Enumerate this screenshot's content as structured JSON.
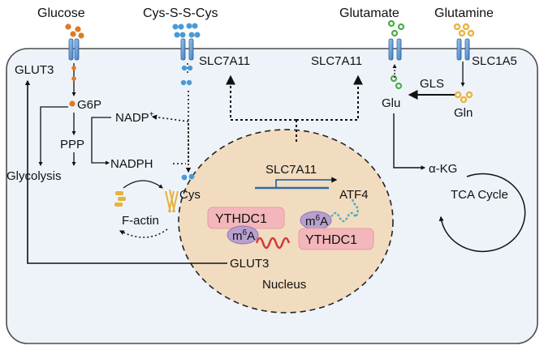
{
  "colors": {
    "cell_fill": "#eef3fa",
    "cell_stroke": "#4d4d4d",
    "nucleus_fill": "#f2dcc0",
    "transporter_blue": "#5a8fcb",
    "glucose_orange": "#e07a22",
    "cystine_blue": "#4a9ad6",
    "glutamate_green": "#4dab45",
    "glutamine_gold": "#e9b341",
    "ythdc1_pink": "#f3b7bb",
    "m6a_purple": "#b7a0cf",
    "mrna_red": "#d23b3b",
    "atf4_teal": "#5aa9bf",
    "factin_gold": "#e8b23a",
    "gene_blue": "#2f6aa8"
  },
  "labels": {
    "glucose": "Glucose",
    "cystine": "Cys-S-S-Cys",
    "glutamate": "Glutamate",
    "glutamine": "Glutamine",
    "glut3_membrane": "GLUT3",
    "slc7a11_left": "SLC7A11",
    "slc7a11_right": "SLC7A11",
    "g6p": "G6P",
    "ppp": "PPP",
    "glycolysis": "Glycolysis",
    "nadp_base": "NADP",
    "nadp_sup": "+",
    "nadph": "NADPH",
    "cys": "Cys",
    "factin": "F-actin",
    "gls": "GLS",
    "slc1a5": "SLC1A5",
    "glu": "Glu",
    "gln": "Gln",
    "akg": "α-KG",
    "tca": "TCA Cycle",
    "slc7a11_gene": "SLC7A11",
    "atf4": "ATF4",
    "ythdc1_a": "YTHDC1",
    "ythdc1_b": "YTHDC1",
    "m6a_a_base": "m",
    "m6a_a_sup": "6",
    "m6a_a_tail": "A",
    "m6a_b_base": "m",
    "m6a_b_sup": "6",
    "m6a_b_tail": "A",
    "glut3_mrna": "GLUT3",
    "nucleus": "Nucleus"
  }
}
